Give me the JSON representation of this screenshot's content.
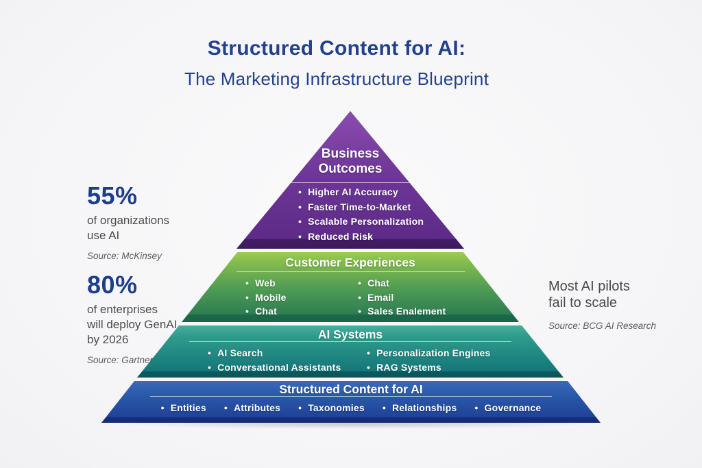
{
  "title": {
    "line1": "Structured Content for AI:",
    "line2": "The Marketing Infrastructure Blueprint"
  },
  "pyramid": {
    "layers": [
      {
        "name": "Business Outcomes",
        "title_lines": [
          "Business",
          "Outcomes"
        ],
        "bullets": [
          "Higher AI Accuracy",
          "Faster Time-to-Market",
          "Scalable Personalization",
          "Reduced Risk"
        ],
        "color_top": "#8a4cae",
        "color_bottom": "#5d2b87",
        "color_edge": "#411d66"
      },
      {
        "name": "Customer Experiences",
        "col1": [
          "Web",
          "Mobile",
          "Chat"
        ],
        "col2": [
          "Chat",
          "Email",
          "Sales Enalement"
        ],
        "color_top": "#9ace57",
        "color_bottom": "#2e7d53",
        "color_edge": "#1c6a49"
      },
      {
        "name": "AI Systems",
        "col1": [
          "AI Search",
          "Conversational Assistants"
        ],
        "col2": [
          "Personalization Engines",
          "RAG Systems"
        ],
        "color_top": "#4aae9c",
        "color_bottom": "#157679",
        "color_edge": "#0b5a61"
      },
      {
        "name": "Structured Content for AI",
        "bullets": [
          "Entities",
          "Attributes",
          "Taxonomies",
          "Relationships",
          "Governance"
        ],
        "color_top": "#3a69b6",
        "color_bottom": "#1f4298",
        "color_edge": "#162f77"
      }
    ]
  },
  "stats": {
    "left": [
      {
        "value": "55%",
        "lines": [
          "of organizations",
          "use AI"
        ],
        "source": "Source: McKinsey"
      },
      {
        "value": "80%",
        "lines": [
          "of enterprises",
          "will deploy GenAI",
          "by 2026"
        ],
        "source": "Source: Gartner"
      }
    ],
    "right": {
      "lines": [
        "Most AI pilots",
        "fail to scale"
      ],
      "source": "Source: BCG AI Research"
    }
  },
  "colors": {
    "background": "#f8f8f9",
    "title_navy": "#23418f",
    "stat_navy": "#1d3e8f",
    "body_gray": "#4b4b4b",
    "source_gray": "#5a5a5a",
    "text_white": "#ffffff"
  }
}
